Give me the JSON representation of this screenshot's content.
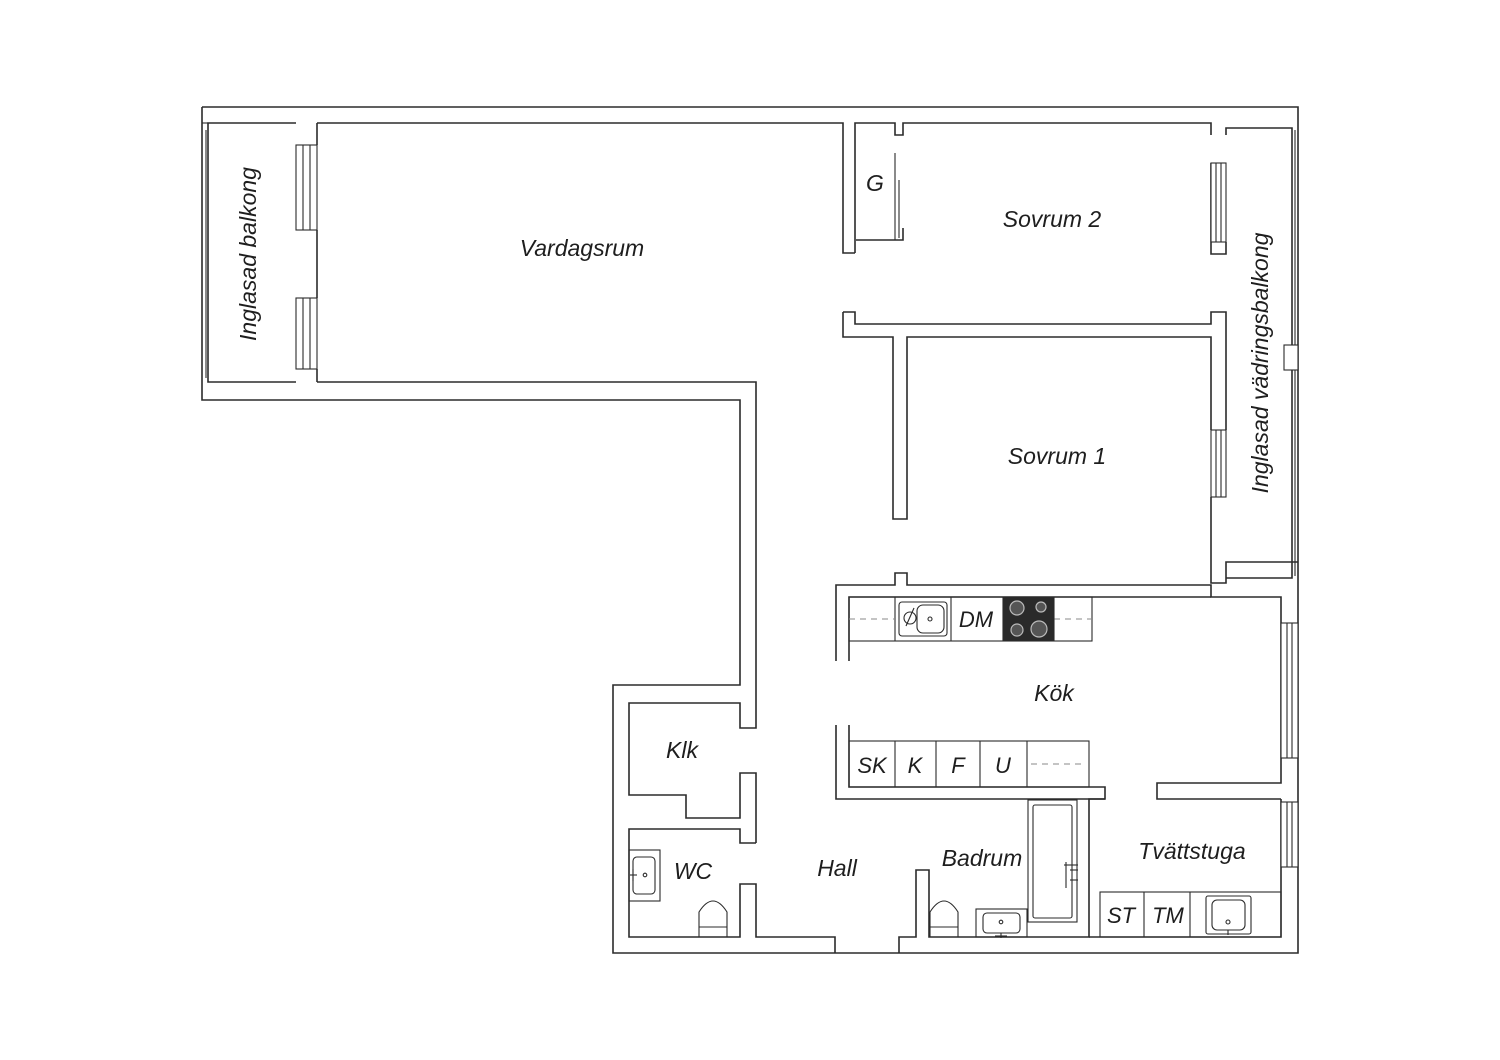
{
  "rooms": {
    "living_room": "Vardagsrum",
    "glazed_balcony": "Inglasad balkong",
    "bedroom_2": "Sovrum 2",
    "bedroom_1": "Sovrum 1",
    "glazed_airing_balcony": "Inglasad vädringsbalkong",
    "closet_g": "G",
    "kitchen": "Kök",
    "cloakroom": "Klk",
    "wc": "WC",
    "hall": "Hall",
    "bathroom": "Badrum",
    "laundry_room": "Tvättstuga"
  },
  "fixtures": {
    "dishwasher": "DM",
    "broom_cupboard": "SK",
    "fridge": "K",
    "freezer": "F",
    "oven": "U",
    "dryer": "ST",
    "washing_machine": "TM"
  },
  "colors": {
    "wall": "#2b2b2b",
    "hob": "#2a2a2a",
    "background": "#ffffff"
  }
}
